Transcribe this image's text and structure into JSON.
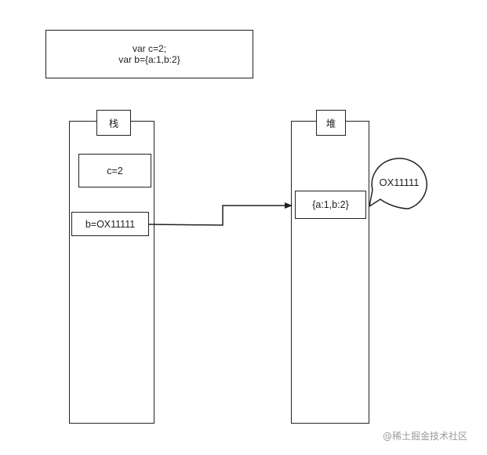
{
  "code_block": {
    "line1": "var c=2;",
    "line2": "var b={a:1,b:2}"
  },
  "stack": {
    "title": "栈",
    "items": [
      {
        "label": "c=2"
      },
      {
        "label": "b=OX11111"
      }
    ]
  },
  "heap": {
    "title": "堆",
    "items": [
      {
        "label": "{a:1,b:2}"
      }
    ],
    "address_bubble": "OX11111"
  },
  "watermark": "@稀土掘金技术社区",
  "colors": {
    "stroke": "#222222",
    "background": "#ffffff",
    "watermark": "#9a9a9a"
  }
}
